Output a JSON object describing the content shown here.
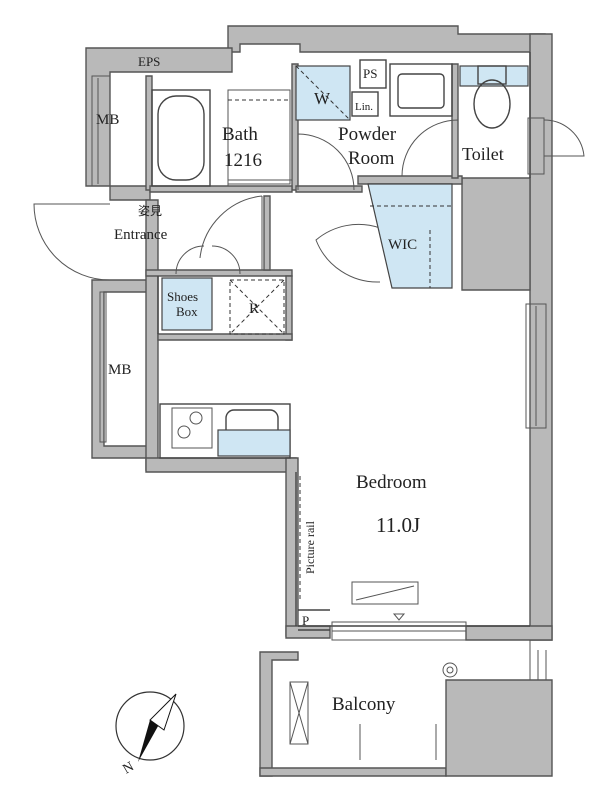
{
  "rooms": {
    "eps": "EPS",
    "ps": "PS",
    "mb_top": "MB",
    "mb_left": "MB",
    "bath": "Bath",
    "bath_size": "1216",
    "w": "W",
    "lin": "Lin.",
    "powder_room_1": "Powder",
    "powder_room_2": "Room",
    "toilet": "Toilet",
    "entrance_jp": "姿見",
    "entrance": "Entrance",
    "wic": "WIC",
    "shoes_box_1": "Shoes",
    "shoes_box_2": "Box",
    "fridge": "R",
    "bedroom": "Bedroom",
    "bedroom_size": "11.0J",
    "picture_rail": "Picture rail",
    "p": "P",
    "balcony": "Balcony"
  },
  "compass": {
    "label": "N"
  },
  "colors": {
    "wall": "#b9b9b9",
    "fixture_blue": "#cfe6f3",
    "line": "#444444"
  }
}
